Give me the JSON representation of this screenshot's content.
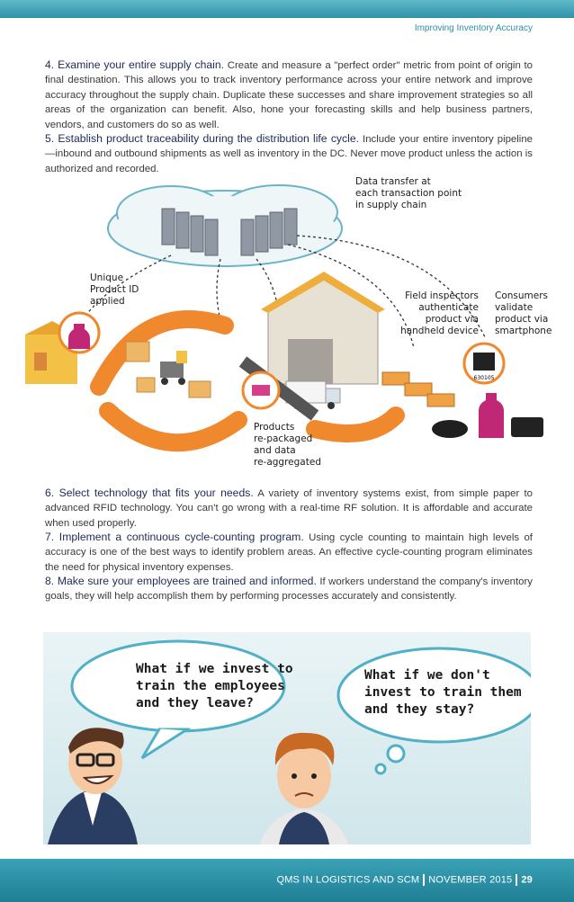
{
  "header": {
    "section_title": "Improving Inventory Accuracy"
  },
  "items": [
    {
      "heading": "4. Examine your entire supply chain.",
      "body": "Create and measure a \"perfect order\" metric from point of origin to final destination. This allows you to track inventory performance across your entire network and improve accuracy throughout the supply chain. Duplicate these successes and share improvement strategies so all areas of the organization can benefit. Also, hone your forecasting skills and help business partners, vendors, and customers do so as well."
    },
    {
      "heading": "5. Establish product traceability during the distribution life cycle.",
      "body": "Include your entire inventory pipeline—inbound and outbound shipments as well as inventory in the DC. Never move product unless the action is authorized and recorded."
    },
    {
      "heading": "6. Select technology that fits your needs.",
      "body": "A variety of inventory systems exist, from simple paper to advanced RFID technology. You can't go wrong with a real-time RF solution. It is affordable and accurate when used properly."
    },
    {
      "heading": "7. Implement a continuous cycle-counting program.",
      "body": "Using cycle counting to maintain high levels of accuracy is one of the best ways to identify problem areas. An effective cycle-counting program eliminates the need for physical inventory expenses."
    },
    {
      "heading": "8. Make sure your employees are trained and informed.",
      "body": "If workers understand the company's inventory goals, they will help accomplish them by performing processes accurately and consistently."
    }
  ],
  "diagram": {
    "label_data_transfer": [
      "Data transfer at",
      "each transaction point",
      "in supply chain"
    ],
    "label_unique_id": [
      "Unique",
      "Product ID",
      "applied"
    ],
    "label_field_inspectors": [
      "Field inspectors",
      "authenticate",
      "product via",
      "handheld device"
    ],
    "label_consumers": [
      "Consumers",
      "validate",
      "product via",
      "smartphone"
    ],
    "label_repackaged": [
      "Products",
      "re-packaged",
      "and data",
      "re-aggregated"
    ],
    "barcode_number": "630105"
  },
  "cartoon": {
    "bubble_left": [
      "What if we invest to",
      "train the employees",
      "and they leave?"
    ],
    "bubble_right": [
      "What if we don't",
      "invest to train them",
      "and they stay?"
    ]
  },
  "footer": {
    "publication": "QMS IN LOGISTICS AND SCM",
    "issue": "NOVEMBER 2015",
    "page_number": "29"
  },
  "colors": {
    "accent": "#2f93a8",
    "heading": "#1f2a55",
    "arrow": "#f0892e"
  }
}
